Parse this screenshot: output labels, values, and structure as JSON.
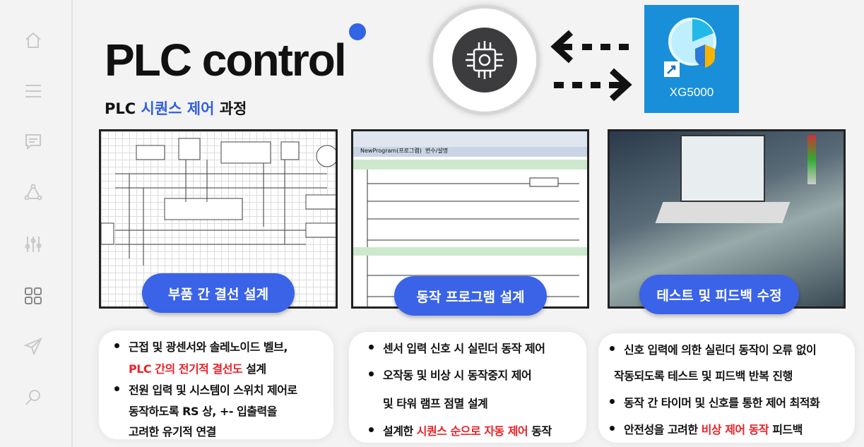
{
  "sidebar": {
    "icons": [
      "home-icon",
      "menu-icon",
      "chat-icon",
      "network-icon",
      "sliders-icon",
      "grid-icon",
      "send-icon",
      "search-icon"
    ]
  },
  "header": {
    "title": "PLC control",
    "subtitle_pre": "PLC ",
    "subtitle_highlight": "시퀀스 제어",
    "subtitle_post": " 과정"
  },
  "xg5000": {
    "label": "XG5000"
  },
  "colors": {
    "accent": "#3a63e8",
    "highlight": "#e8232a"
  },
  "panels": [
    {
      "button": "부품 간 결선 설계",
      "lines": [
        {
          "text": "근접 및 광센서와 솔레노이드 벨브,",
          "bullet": true
        },
        {
          "red": "PLC 간의 전기적 결선도",
          "text": " 설계"
        },
        {
          "text": "전원 입력 및 시스템이 스위치 제어로",
          "bullet": true
        },
        {
          "text": "동작하도록 RS 상,  +- 입출력을"
        },
        {
          "text": "고려한 유기적 연결"
        }
      ]
    },
    {
      "button": "동작 프로그램 설계",
      "lines": [
        {
          "text": "센서 입력 신호 시 실린더 동작 제어",
          "bullet": true
        },
        {
          "text": "오작동 및 비상 시 동작중지 제어",
          "bullet": true
        },
        {
          "text": "및 타워 램프 점멸 설계"
        },
        {
          "pre": "설계한 ",
          "red": "시퀀스 순으로 자동 제어",
          "text": " 동작",
          "bullet": true
        }
      ]
    },
    {
      "button": "테스트 및 피드백 수정",
      "lines": [
        {
          "text": "신호 입력에 의한 실린더 동작이 오류 없이",
          "bullet": true
        },
        {
          "text": "작동되도록 테스트 및 피드백 반복 진행"
        },
        {
          "text": "동작 간 타이머 및 신호를 통한 제어 최적화",
          "bullet": true
        },
        {
          "pre": "안전성을 고려한 ",
          "red": "비상 제어 동작",
          "text": " 피드백",
          "bullet": true
        }
      ]
    }
  ],
  "program": {
    "tab1": "NewProgram(프로그램)",
    "tab2": "변수/설명"
  }
}
